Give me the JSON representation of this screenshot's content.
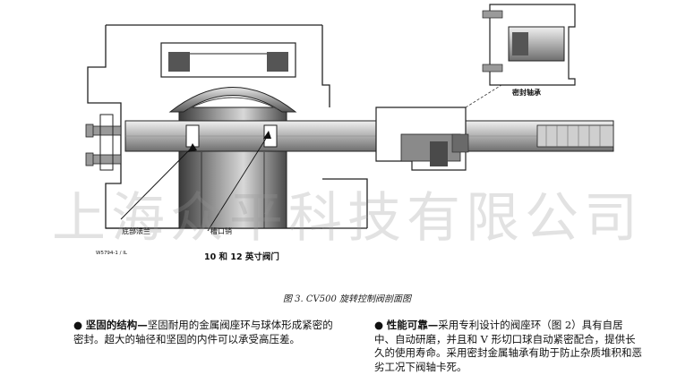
{
  "figure": {
    "labels": {
      "seal_bearing": "密封轴承",
      "bottom_flange": "底部法兰",
      "grooved_pin": "槽口销",
      "valve_size": "10 和 12 英寸阀门",
      "drawing_code": "W5794-1 / IL"
    },
    "watermark": "上海众平科技有限公司",
    "caption": "图 3. CV500 旋转控制阀剖面图"
  },
  "features": [
    {
      "bullet": "●",
      "heading": "坚固的结构—",
      "text": "坚固耐用的金属阀座环与球体形成紧密的密封。超大的轴径和坚固的内件可以承受高压差。"
    },
    {
      "bullet": "●",
      "heading": "性能可靠—",
      "text": "采用专利设计的阀座环（图 2）具有自居中、自动研磨，并且和 V 形切口球自动紧密配合，提供长久的使用寿命。采用密封金属轴承有助于防止杂质堆积和恶劣工况下阀轴卡死。"
    }
  ]
}
